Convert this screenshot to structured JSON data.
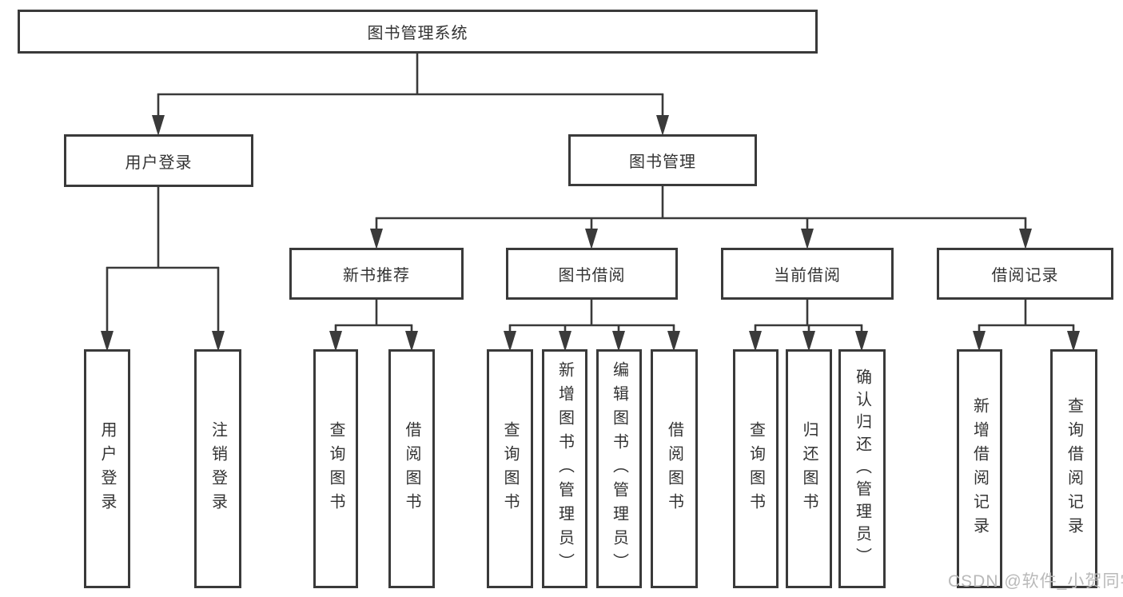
{
  "diagram": {
    "root": {
      "label": "图书管理系统"
    },
    "branches": [
      {
        "label": "用户登录",
        "parent": "图书管理系统"
      },
      {
        "label": "图书管理",
        "parent": "图书管理系统"
      }
    ],
    "sections": [
      {
        "label": "新书推荐",
        "parent": "图书管理"
      },
      {
        "label": "图书借阅",
        "parent": "图书管理"
      },
      {
        "label": "当前借阅",
        "parent": "图书管理"
      },
      {
        "label": "借阅记录",
        "parent": "图书管理"
      }
    ],
    "leaves": [
      {
        "label": "用户登录",
        "parent": "用户登录"
      },
      {
        "label": "注销登录",
        "parent": "用户登录"
      },
      {
        "label": "查询图书",
        "parent": "新书推荐"
      },
      {
        "label": "借阅图书",
        "parent": "新书推荐"
      },
      {
        "label": "查询图书",
        "parent": "图书借阅"
      },
      {
        "label": "新增图书（管理员）",
        "parent": "图书借阅"
      },
      {
        "label": "编辑图书（管理员）",
        "parent": "图书借阅"
      },
      {
        "label": "借阅图书",
        "parent": "图书借阅"
      },
      {
        "label": "查询图书",
        "parent": "当前借阅"
      },
      {
        "label": "归还图书",
        "parent": "当前借阅"
      },
      {
        "label": "确认归还（管理员）",
        "parent": "当前借阅"
      },
      {
        "label": "新增借阅记录",
        "parent": "借阅记录"
      },
      {
        "label": "查询借阅记录",
        "parent": "借阅记录"
      }
    ]
  },
  "watermark": {
    "text": "CSDN @软件_小贺同学"
  },
  "colors": {
    "line": "#3a3a3a",
    "text": "#333333",
    "watermark": "#b9b9b9",
    "background": "#ffffff"
  }
}
